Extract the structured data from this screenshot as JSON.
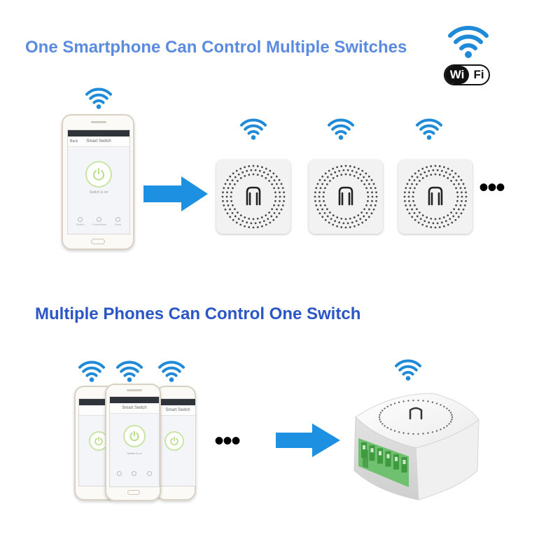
{
  "headings": {
    "top": "One Smartphone Can Control Multiple Switches",
    "bottom": "Multiple Phones Can Control One Switch"
  },
  "wifi_logo": {
    "part1": "Wi",
    "part2": "Fi"
  },
  "phone_app": {
    "nav_title": "Smart Switch",
    "back_label": "Back",
    "power_caption": "Switch is on",
    "tabs": [
      "Switch",
      "Countdown",
      "Timer"
    ]
  },
  "ellipsis": "•••",
  "colors": {
    "wifi_blue": "#1f8ad8",
    "arrow_blue": "#1e90e2",
    "heading_top": "#5b8be0",
    "heading_bottom": "#2a56c6"
  },
  "icons": [
    "wifi-icon",
    "power-icon",
    "arrow-right-icon",
    "switch-terminal-icon"
  ]
}
